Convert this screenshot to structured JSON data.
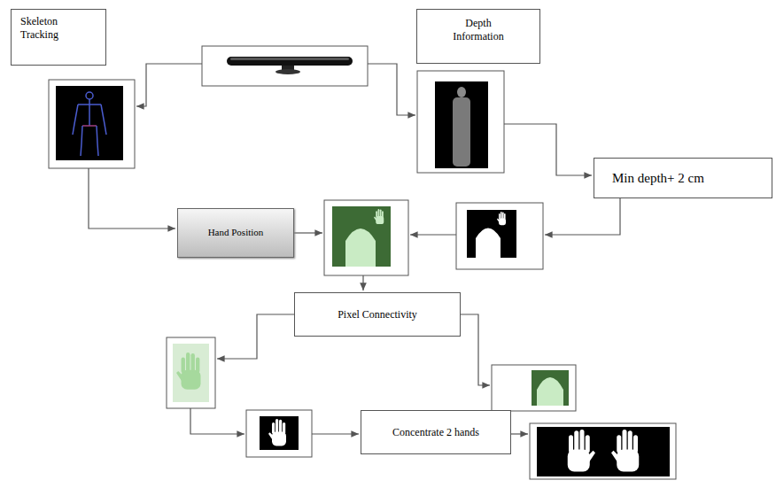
{
  "diagram": {
    "nodes": [
      {
        "text": [
          "Skeleton Tracking"
        ]
      },
      {
        "text": [
          "Depth Information"
        ]
      },
      {
        "text": [
          "Min depth+ 2 cm"
        ]
      },
      {
        "text": [
          "Hand Position"
        ]
      },
      {
        "text": [
          "Pixel Connectivity"
        ]
      },
      {
        "text": [
          "Concentrate 2 hands"
        ]
      }
    ]
  }
}
